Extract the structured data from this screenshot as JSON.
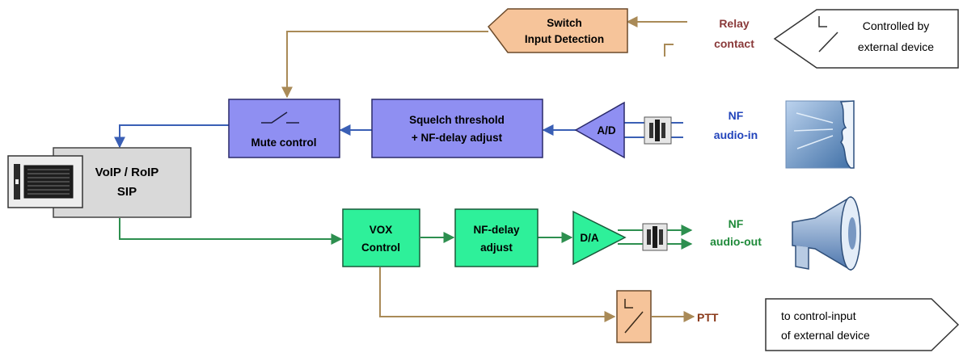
{
  "blocks": {
    "switch_detect": {
      "line1": "Switch",
      "line2": "Input Detection"
    },
    "mute": {
      "label": "Mute control"
    },
    "squelch": {
      "line1": "Squelch threshold",
      "line2": "+ NF-delay adjust"
    },
    "ad": {
      "label": "A/D"
    },
    "voip": {
      "line1": "VoIP / RoIP",
      "line2": "SIP"
    },
    "vox": {
      "line1": "VOX",
      "line2": "Control"
    },
    "nfdelay": {
      "line1": "NF-delay",
      "line2": "adjust"
    },
    "da": {
      "label": "D/A"
    }
  },
  "labels": {
    "relay": {
      "line1": "Relay",
      "line2": "contact"
    },
    "nf_in": {
      "line1": "NF",
      "line2": "audio-in"
    },
    "nf_out": {
      "line1": "NF",
      "line2": "audio-out"
    },
    "ptt": "PTT"
  },
  "callouts": {
    "external_top": {
      "line1": "Controlled by",
      "line2": "external device"
    },
    "external_bottom": {
      "line1": "to control-input",
      "line2": "of external device"
    }
  },
  "colors": {
    "orange_fill": "#f6c49a",
    "blue_fill": "#8f8ff2",
    "green_fill": "#2ef09a",
    "gray_fill": "#d9d9d9",
    "brown_line": "#a98a57",
    "blue_line": "#3a5fb5",
    "green_line": "#2d8f4f",
    "relay_text": "#8a3a3a",
    "nf_in_text": "#2244bb",
    "nf_out_text": "#1f8a3a",
    "ptt_text": "#8a3a1a"
  }
}
